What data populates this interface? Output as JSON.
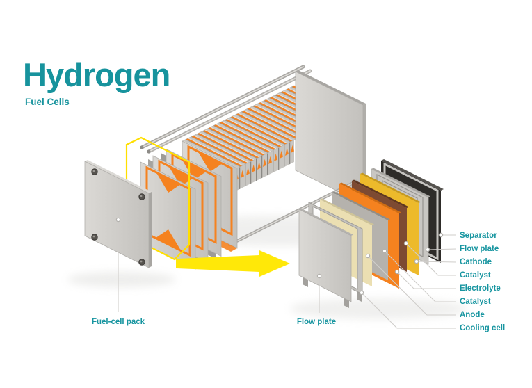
{
  "title": {
    "main": "Hydrogen",
    "subtitle": "Fuel Cells"
  },
  "callouts": {
    "fuel_cell_pack": "Fuel-cell pack",
    "flow_plate_front": "Flow plate"
  },
  "layers": [
    {
      "label": "Separator"
    },
    {
      "label": "Flow plate"
    },
    {
      "label": "Cathode"
    },
    {
      "label": "Catalyst"
    },
    {
      "label": "Electrolyte"
    },
    {
      "label": "Catalyst"
    },
    {
      "label": "Anode"
    },
    {
      "label": "Cooling cell"
    }
  ],
  "colors": {
    "teal": "#17939d",
    "orange": "#f5821f",
    "cream": "#ebdfb2",
    "brown": "#7d4a32",
    "gold": "#edba2b",
    "arrow_yellow": "#ffe808",
    "highlight_yellow": "#ffdf00",
    "plate_gray": "#cfcdc9",
    "frame_gray": "#b7b5b1",
    "separator_black": "#2e2c29"
  }
}
